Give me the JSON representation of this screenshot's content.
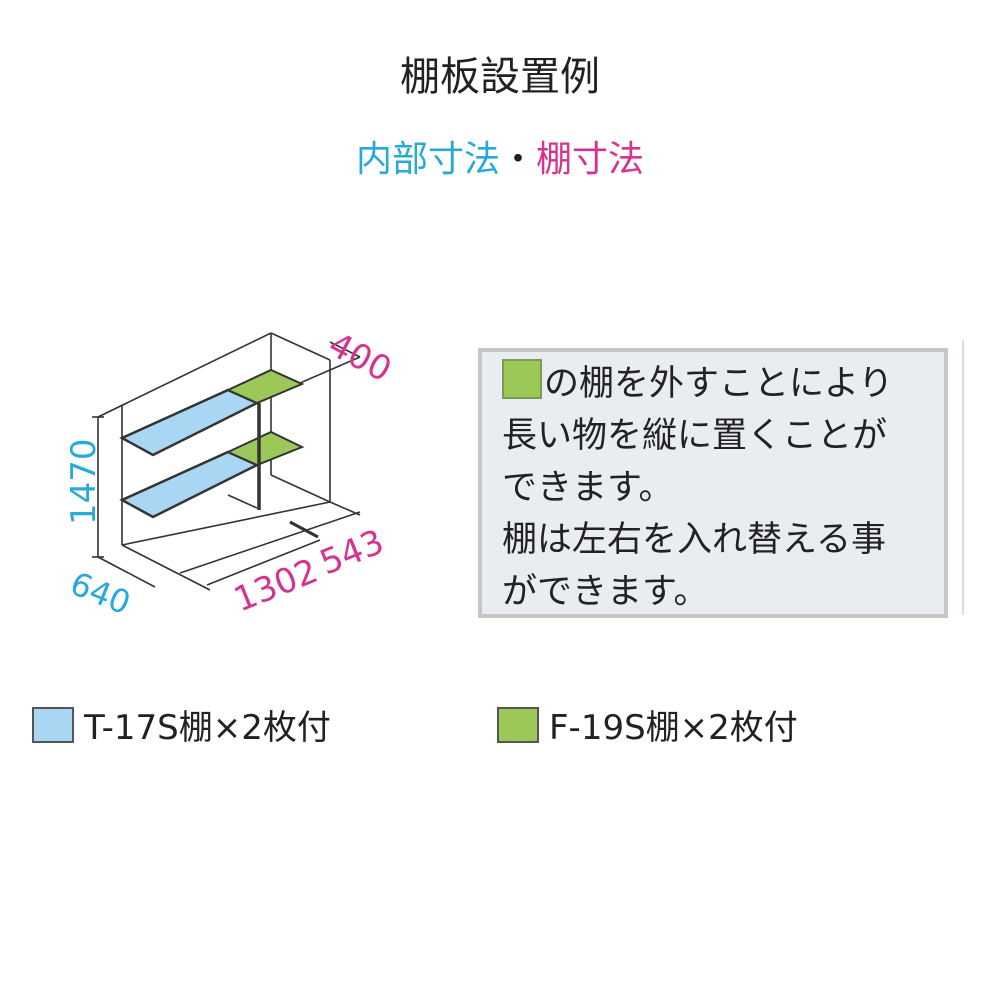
{
  "title": "棚板設置例",
  "subtitle": {
    "part1": "内部寸法",
    "separator": "・",
    "part2": "棚寸法"
  },
  "colors": {
    "cyan": "#29a9d8",
    "magenta": "#d6338f",
    "blue_shelf": "#a9d6f2",
    "green_shelf": "#9cc85a"
  },
  "dimensions": {
    "height": "1470",
    "depth": "640",
    "width": "1302",
    "width2": "543",
    "shelf_depth": "400"
  },
  "note": {
    "lines": [
      "の棚を外すことにより",
      "長い物を縦に置くことが",
      "できます。",
      "棚は左右を入れ替える事",
      "ができます。"
    ]
  },
  "legend": [
    {
      "label": "T-17S棚×2枚付",
      "color": "#a9d6f2"
    },
    {
      "label": "F-19S棚×2枚付",
      "color": "#9cc85a"
    }
  ]
}
